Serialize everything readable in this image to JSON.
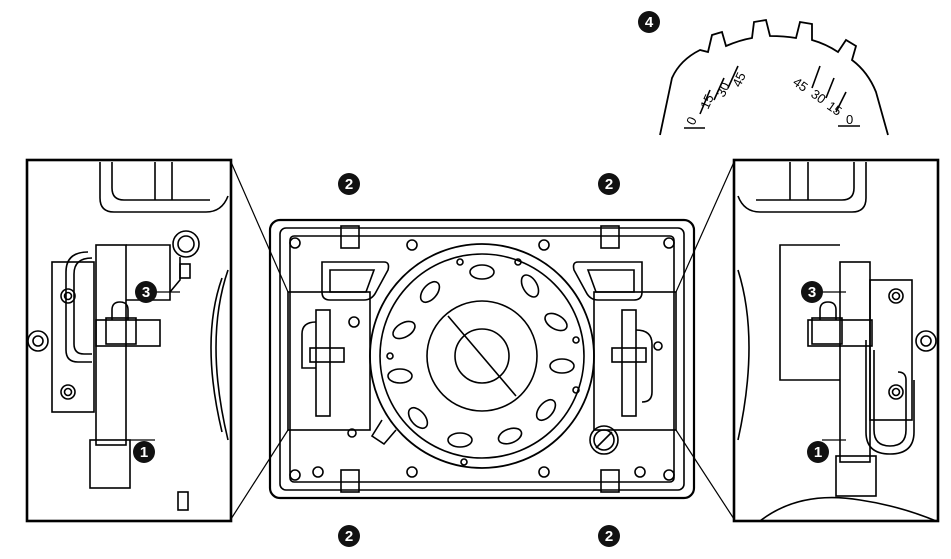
{
  "callouts": {
    "one": "1",
    "two": "2",
    "three": "3",
    "four": "4"
  },
  "scale": {
    "left": [
      "0",
      "15",
      "30",
      "45"
    ],
    "right": [
      "45",
      "30",
      "15",
      "0"
    ]
  },
  "colors": {
    "line": "#000000",
    "badge": "#111111",
    "background": "#ffffff"
  }
}
